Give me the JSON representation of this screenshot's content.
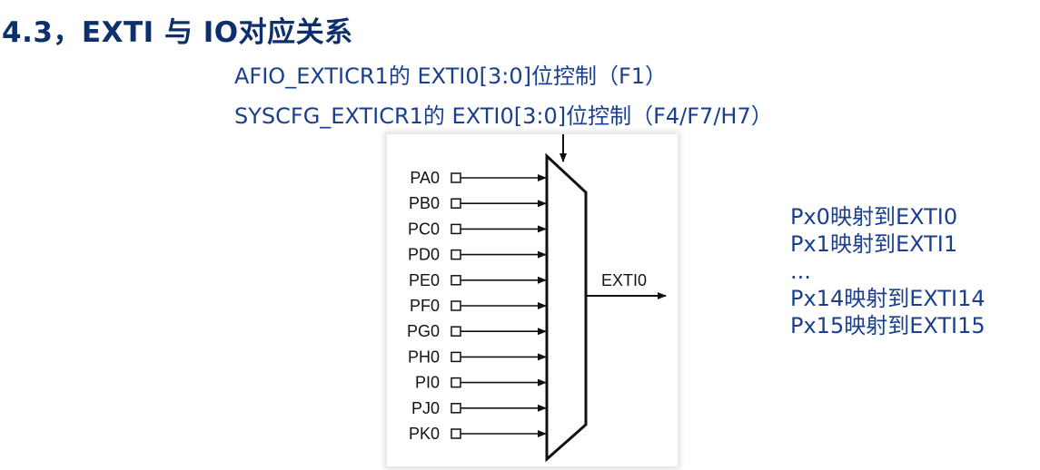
{
  "title": "4.3，EXTI 与 IO对应关系",
  "subtitle_lines": [
    "AFIO_EXTICR1的 EXTI0[3:0]位控制（F1）",
    "SYSCFG_EXTICR1的 EXTI0[3:0]位控制（F4/F7/H7）"
  ],
  "diagram": {
    "inputs": [
      "PA0",
      "PB0",
      "PC0",
      "PD0",
      "PE0",
      "PF0",
      "PG0",
      "PH0",
      "PI0",
      "PJ0",
      "PK0"
    ],
    "output_label": "EXTI0"
  },
  "mapping_lines": [
    "Px0映射到EXTI0",
    "Px1映射到EXTI1",
    "...",
    "Px14映射到EXTI14",
    "Px15映射到EXTI15"
  ]
}
